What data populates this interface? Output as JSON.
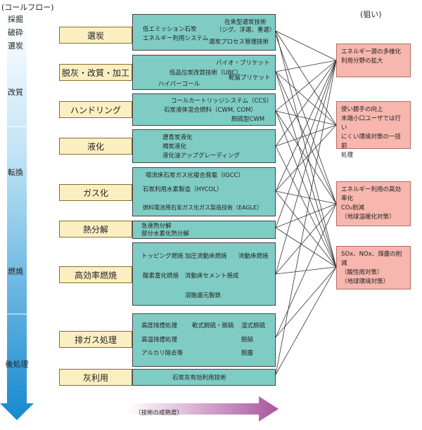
{
  "header": {
    "flow_title": "(コールフロー)",
    "aims_title": "(狙い)"
  },
  "stages": [
    {
      "name": "stage-mining",
      "label": "採掘"
    },
    {
      "name": "stage-crushing",
      "label": "破砕"
    },
    {
      "name": "stage-selection",
      "label": "選炭"
    },
    {
      "name": "stage-reforming",
      "label": "改質"
    },
    {
      "name": "stage-conversion",
      "label": "転換"
    },
    {
      "name": "stage-combustion",
      "label": "燃焼"
    },
    {
      "name": "stage-posttreatment",
      "label": "後処理"
    }
  ],
  "categories": [
    {
      "label": "選炭",
      "techs": [
        "低エミッション石炭",
        "エネルギー利用システム",
        "在来型選炭技術",
        "（ジグ、浮選、重選）",
        "選炭プロセス管理技術"
      ]
    },
    {
      "label": "脱灰・改質・加工",
      "techs": [
        "バイオ・ブリケット",
        "低品位炭改質技術（UBC）",
        "乾留ブリケット",
        "ハイパーコール"
      ]
    },
    {
      "label": "ハンドリング",
      "techs": [
        "コールカートリッジシステム（CCS）",
        "石炭液体混合燃料（CWM, COM）",
        "脱硫型CWM"
      ]
    },
    {
      "label": "液化",
      "techs": [
        "瀝青炭液化",
        "褐炭液化",
        "液化油アップグレーディング"
      ]
    },
    {
      "label": "ガス化",
      "techs": [
        "噴流床石炭ガス化複合発電（IGCC）",
        "石炭利用水素製造（HYCOL）",
        "燃料電池用石炭ガス化ガス製造技術（EAGLE）"
      ]
    },
    {
      "label": "熱分解",
      "techs": [
        "急速熱分解",
        "部分水素化熱分解"
      ]
    },
    {
      "label": "高効率燃焼",
      "techs": [
        "トッピング燃焼",
        "加圧流動床燃焼",
        "流動床燃焼",
        "酸素富化燃焼",
        "流動床セメント焼成",
        "溶融還元製鉄"
      ]
    },
    {
      "label": "排ガス処理",
      "techs": [
        "高度排煙処理",
        "乾式脱硫・脱硝",
        "湿式脱硫",
        "高温排煙処理",
        "脱硝",
        "アルカリ除去等",
        "脱塵"
      ]
    },
    {
      "label": "灰利用",
      "techs": [
        "石炭灰有効利用技術"
      ]
    }
  ],
  "aims": [
    {
      "lines": [
        "エネルギー源の多様化",
        "利用分野の拡大"
      ]
    },
    {
      "lines": [
        "使い勝手の向上",
        "末端小口ユーザでは行い",
        "にくい環境対策の一括前",
        "処理"
      ]
    },
    {
      "lines": [
        "エネルギー利用の高効率化",
        "CO₂削減",
        "（地球温暖化対策）"
      ]
    },
    {
      "lines": [
        "SOx、NOx、煤塵の削減",
        "（酸性雨対策）",
        "（地球環境対策）"
      ]
    }
  ],
  "footer": {
    "maturity_label": "（技術の成熟度）"
  },
  "colors": {
    "category_fill": "#fbefc1",
    "tech_fill": "#7fccc4",
    "aim_fill": "#f7b7ae",
    "flow_arrow": "#2a9ad6",
    "maturity_arrow": "#b06aa8"
  }
}
